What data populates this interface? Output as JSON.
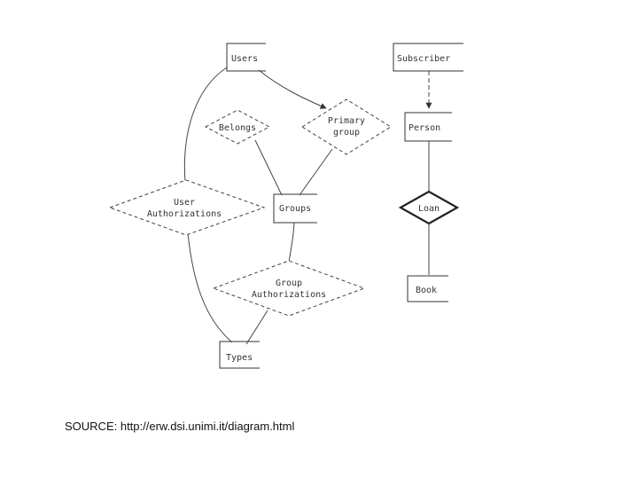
{
  "diagram": {
    "entities": {
      "users": "Users",
      "subscriber": "Subscriber",
      "person": "Person",
      "groups": "Groups",
      "book": "Book",
      "types": "Types"
    },
    "relationships": {
      "belongs": "Belongs",
      "primary_group": [
        "Primary",
        "group"
      ],
      "user_authorizations": [
        "User",
        "Authorizations"
      ],
      "loan": "Loan",
      "group_authorizations": [
        "Group",
        "Authorizations"
      ]
    }
  },
  "source": "SOURCE: http://erw.dsi.unimi.it/diagram.html"
}
